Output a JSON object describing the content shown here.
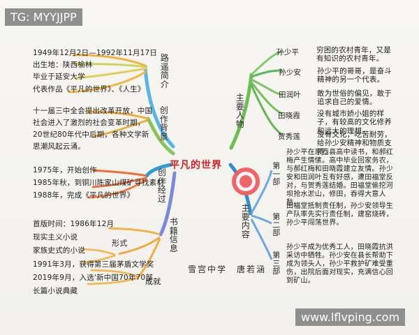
{
  "watermark_top": "TG: MYYJJPP",
  "watermark_bottom": "www.lflvping.com",
  "center_title": "平凡的世界",
  "author": "雪宫中学　唐若涵",
  "left": {
    "author_intro": {
      "label": "路遥简介",
      "lines": [
        "1949年12月2日—1992年11月17日",
        "出生地：陕西榆林",
        "毕业于延安大学",
        "代表作品《平凡的世界》、《人生》"
      ]
    },
    "background": {
      "label": "创作背景",
      "lines": [
        "十一届三中全会提出改革开放，中国",
        "社会进入了激烈的社会变革时期，",
        "20世纪80年代中后期，各种文学新",
        "思潮风起云涌。"
      ]
    },
    "process": {
      "label": "创作经过",
      "lines": [
        "1975年，开始创作",
        "1985年秋，到铜川陈家山煤矿寻找素材",
        "1988年，完成《平凡的世界》"
      ]
    },
    "book_info": {
      "label": "书籍信息",
      "lines": [
        "首版时间：1986年12月",
        "现实主义小说",
        "家族史式的小说",
        "1991年3月，获得第三届茅盾文学奖",
        "2019年9月，入选'新中国70年70部",
        "长篇小说典藏"
      ],
      "form_label": "形式",
      "achievement_label": "成就"
    }
  },
  "right": {
    "characters": {
      "label": "主要人物",
      "items": [
        {
          "name": "孙少平",
          "desc": "穷困的农村青年，又是有知识的农村青年。"
        },
        {
          "name": "孙少安",
          "desc": "孙少平的哥哥，是奋斗精神的另一个代表。"
        },
        {
          "name": "田润叶",
          "desc": "敢为世俗的偏见，敢于追求自己的爱情。"
        },
        {
          "name": "田晓霞",
          "desc": "没有城市娇小姐的样子，有较高的文化修养和远大的理想。"
        },
        {
          "name": "贺秀莲",
          "desc": "没有文化，吃苦耐劳，给孙少安精神和物质支持。"
        }
      ]
    },
    "content": {
      "label": "主要内容",
      "parts": [
        {
          "name": "第一部",
          "text": "孙少平在原西县高中读书，和郝红梅产生情愫。高中毕业回家务农，与郝红梅和田晓霞建立友情。孙少安和田润叶互有好感，遭田福堂反对，与贺秀莲结婚。田福堂偷挖河坝抢水淤山，修田，吞得大意人愁。"
        },
        {
          "name": "第二部",
          "text": "田福堂抵制责任制，孙少安领导生产队率先实行责任制，建窑烧砖，孙少平闯荡世界。"
        },
        {
          "name": "第三部",
          "text": "孙少平成为优秀工人，田晓霞抗洪采访中牺牲。孙少安在县长帮助下成为领头人，孙少平救护矿难受重伤，出院后面对现实，充满信心回到矿山。"
        }
      ]
    }
  }
}
